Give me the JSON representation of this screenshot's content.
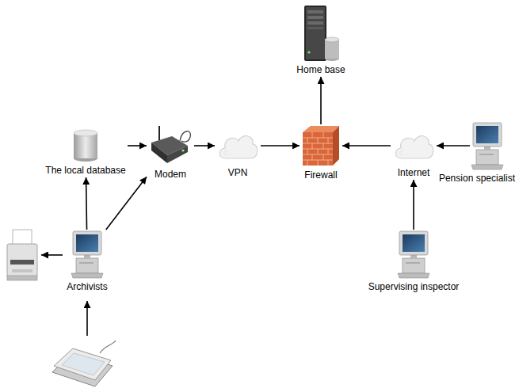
{
  "diagram": {
    "nodes": [
      {
        "text": [
          "Home base"
        ]
      },
      {
        "text": [
          "The local database"
        ]
      },
      {
        "text": [
          "Modem"
        ]
      },
      {
        "text": [
          "VPN"
        ]
      },
      {
        "text": [
          "Firewall"
        ]
      },
      {
        "text": [
          "Internet"
        ]
      },
      {
        "text": [
          "Pension specialist"
        ]
      },
      {
        "text": [
          "Archivists"
        ]
      },
      {
        "text": [
          "Supervising inspector"
        ]
      }
    ],
    "edges": [
      {
        "from": 1,
        "to": 2,
        "arrow": "to"
      },
      {
        "from": 2,
        "to": 3,
        "arrow": "to"
      },
      {
        "from": 3,
        "to": 4,
        "arrow": "to"
      },
      {
        "from": 4,
        "to": 0,
        "arrow": "to"
      },
      {
        "from": 5,
        "to": 4,
        "arrow": "to"
      },
      {
        "from": 6,
        "to": 5,
        "arrow": "to"
      },
      {
        "from": 8,
        "to": 5,
        "arrow": "to"
      },
      {
        "from": 7,
        "to": 1,
        "arrow": "to"
      },
      {
        "from": 7,
        "to": 2,
        "arrow": "to"
      }
    ]
  }
}
